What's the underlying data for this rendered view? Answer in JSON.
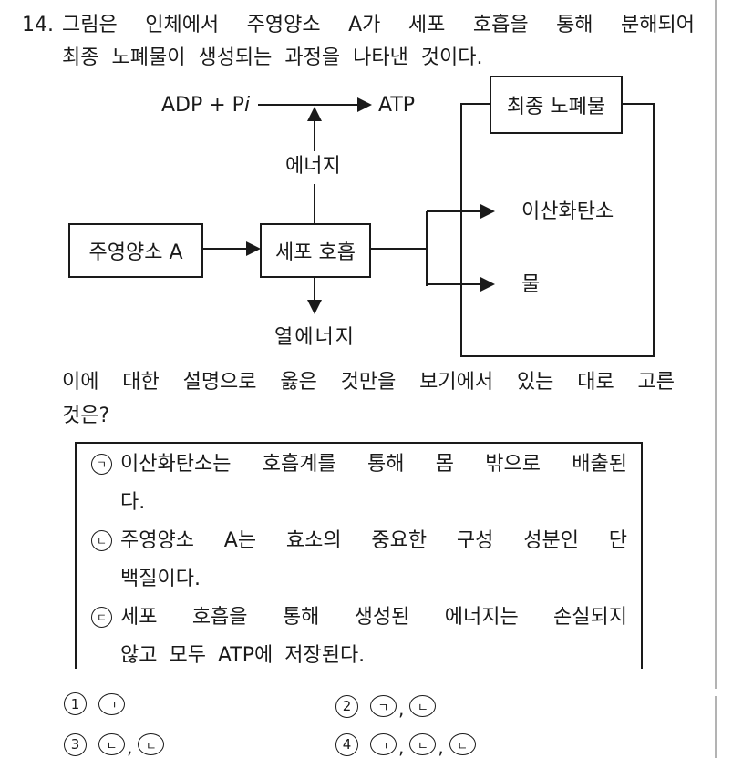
{
  "question": {
    "number": "14.",
    "line1": "그림은 인체에서 주영양소 A가 세포 호흡을 통해 분해되어",
    "line2": "최종 노폐물이 생성되는 과정을 나타낸 것이다."
  },
  "diagram": {
    "adp_label": "ADP + P",
    "adp_label_italic": "i",
    "atp_label": "ATP",
    "energy_label": "에너지",
    "nutrient_box_label": "주영양소 A",
    "respiration_box_label": "세포 호흡",
    "heat_label": "열에너지",
    "waste_box_title": "최종 노폐물",
    "co2_label": "이산화탄소",
    "water_label": "물"
  },
  "prompt": {
    "line1": "이에 대한 설명으로 옳은 것만을 보기에서 있는 대로 고른",
    "line2": "것은?"
  },
  "statements": [
    {
      "marker": "ㄱ",
      "line1": "이산화탄소는 호흡계를 통해 몸 밖으로 배출된",
      "line2": "다."
    },
    {
      "marker": "ㄴ",
      "line1": "주영양소 A는 효소의 중요한 구성 성분인 단",
      "line2": "백질이다."
    },
    {
      "marker": "ㄷ",
      "line1": "세포 호흡을 통해 생성된 에너지는 손실되지",
      "line2": "않고 모두 ATP에 저장된다."
    }
  ],
  "choices": [
    {
      "number": "1",
      "letters": [
        "ㄱ"
      ]
    },
    {
      "number": "2",
      "letters": [
        "ㄱ",
        "ㄴ"
      ]
    },
    {
      "number": "3",
      "letters": [
        "ㄴ",
        "ㄷ"
      ]
    },
    {
      "number": "4",
      "letters": [
        "ㄱ",
        "ㄴ",
        "ㄷ"
      ]
    }
  ],
  "punct": {
    "comma": ","
  },
  "colors": {
    "ink": "#1a1a1a",
    "divider": "#b3b3b3"
  }
}
